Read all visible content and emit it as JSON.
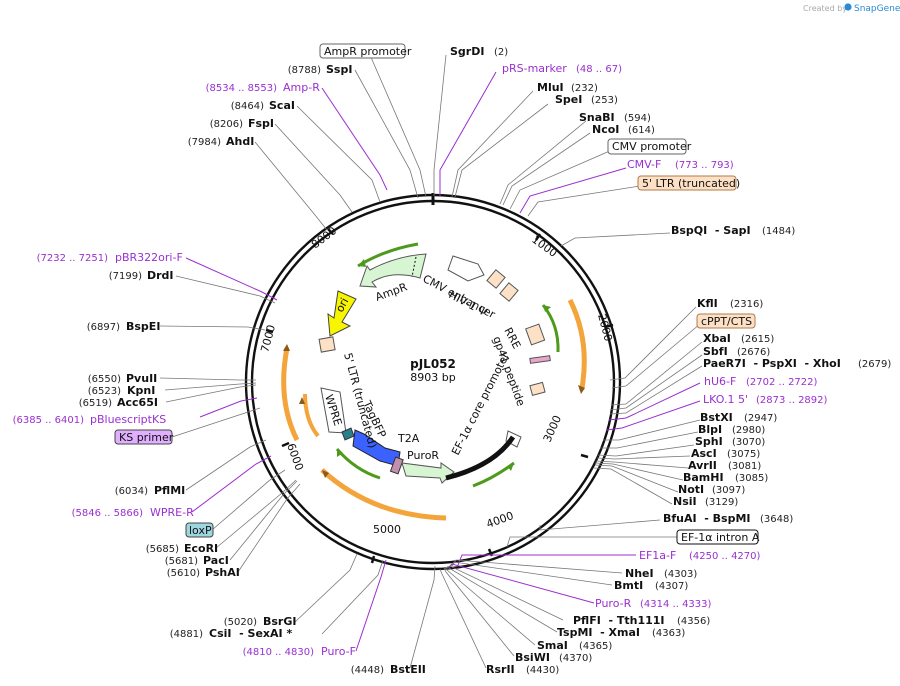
{
  "credit": {
    "created_by": "Created by",
    "brand": "SnapGene"
  },
  "plasmid": {
    "name": "pJL052",
    "size": "8903 bp"
  },
  "ticks": [
    "1000",
    "2000",
    "3000",
    "4000",
    "5000",
    "6000",
    "7000",
    "8000"
  ],
  "features": {
    "cmv_enhancer": "CMV enhancer",
    "hiv_psi": "HIV-1 Ψ",
    "rre": "RRE",
    "gp41": "gp41 peptide",
    "ef1a_core": "EF-1α core promoter",
    "puror": "PuroR",
    "t2a": "T2A",
    "tagbfp": "TagBFP",
    "wpre": "WPRE",
    "ltr5": "5' LTR (truncated)",
    "ori": "ori",
    "ampr": "AmpR"
  },
  "right_labels": [
    {
      "name": "SgrDI",
      "pos": "(2)"
    },
    {
      "name": "pRS-marker",
      "pos": "(48 .. 67)"
    },
    {
      "name": "MluI",
      "pos": "(232)"
    },
    {
      "name": "SpeI",
      "pos": "(253)"
    },
    {
      "name": "SnaBI",
      "pos": "(594)"
    },
    {
      "name": "NcoI",
      "pos": "(614)"
    },
    {
      "name": "CMV promoter",
      "pos": ""
    },
    {
      "name": "CMV-F",
      "pos": "(773 .. 793)"
    },
    {
      "name": "5' LTR (truncated)",
      "pos": ""
    },
    {
      "name": "BspQI  - SapI",
      "pos": "(1484)"
    },
    {
      "name": "KflI",
      "pos": "(2316)"
    },
    {
      "name": "cPPT/CTS",
      "pos": ""
    },
    {
      "name": "XbaI",
      "pos": "(2615)"
    },
    {
      "name": "SbfI",
      "pos": "(2676)"
    },
    {
      "name": "PaeR7I  - PspXI  - XhoI",
      "pos": "(2679)"
    },
    {
      "name": "hU6-F",
      "pos": "(2702 .. 2722)"
    },
    {
      "name": "LKO.1 5'",
      "pos": "(2873 .. 2892)"
    },
    {
      "name": "BstXI",
      "pos": "(2947)"
    },
    {
      "name": "BlpI",
      "pos": "(2980)"
    },
    {
      "name": "SphI",
      "pos": "(3070)"
    },
    {
      "name": "AscI",
      "pos": "(3075)"
    },
    {
      "name": "AvrII",
      "pos": "(3081)"
    },
    {
      "name": "BamHI",
      "pos": "(3085)"
    },
    {
      "name": "NotI",
      "pos": "(3097)"
    },
    {
      "name": "NsiI",
      "pos": "(3129)"
    },
    {
      "name": "BfuAI  - BspMI",
      "pos": "(3648)"
    },
    {
      "name": "EF-1α intron A",
      "pos": ""
    },
    {
      "name": "EF1a-F",
      "pos": "(4250 .. 4270)"
    },
    {
      "name": "NheI",
      "pos": "(4303)"
    },
    {
      "name": "BmtI",
      "pos": "(4307)"
    },
    {
      "name": "Puro-R",
      "pos": "(4314 .. 4333)"
    },
    {
      "name": "PflFI  - Tth111I",
      "pos": "(4356)"
    },
    {
      "name": "TspMI  - XmaI",
      "pos": "(4363)"
    },
    {
      "name": "SmaI",
      "pos": "(4365)"
    },
    {
      "name": "BsiWI",
      "pos": "(4370)"
    },
    {
      "name": "RsrII",
      "pos": "(4430)"
    }
  ],
  "left_labels": [
    {
      "name": "AmpR promoter",
      "pos": ""
    },
    {
      "name": "SspI",
      "pos": "(8788)"
    },
    {
      "name": "Amp-R",
      "pos": "(8534 .. 8553)"
    },
    {
      "name": "ScaI",
      "pos": "(8464)"
    },
    {
      "name": "FspI",
      "pos": "(8206)"
    },
    {
      "name": "AhdI",
      "pos": "(7984)"
    },
    {
      "name": "pBR322ori-F",
      "pos": "(7232 .. 7251)"
    },
    {
      "name": "DrdI",
      "pos": "(7199)"
    },
    {
      "name": "BspEI",
      "pos": "(6897)"
    },
    {
      "name": "PvuII",
      "pos": "(6550)"
    },
    {
      "name": "KpnI",
      "pos": "(6523)"
    },
    {
      "name": "Acc65I",
      "pos": "(6519)"
    },
    {
      "name": "pBluescriptKS",
      "pos": "(6385 .. 6401)"
    },
    {
      "name": "KS primer",
      "pos": ""
    },
    {
      "name": "PflMI",
      "pos": "(6034)"
    },
    {
      "name": "WPRE-R",
      "pos": "(5846 .. 5866)"
    },
    {
      "name": "loxP",
      "pos": ""
    },
    {
      "name": "EcoRI",
      "pos": "(5685)"
    },
    {
      "name": "PacI",
      "pos": "(5681)"
    },
    {
      "name": "PshAI",
      "pos": "(5610)"
    },
    {
      "name": "BsrGI",
      "pos": "(5020)"
    },
    {
      "name": "CsiI  - SexAI *",
      "pos": "(4881)"
    },
    {
      "name": "Puro-F",
      "pos": "(4810 .. 4830)"
    },
    {
      "name": "BstEII",
      "pos": "(4448)"
    }
  ],
  "colors": {
    "backbone": "#111111",
    "primer": "#9a2fd0",
    "feature_fill": "#fde1c6",
    "orange_arc": "#f3a43a",
    "green_arc": "#4e9a1d",
    "ampr_fill": "#d7f5d2",
    "ori_fill": "#f7f500",
    "tagbfp_fill": "#3b62ff",
    "loxp_fill": "#9ed6e0",
    "ks_fill": "#e0b0ff",
    "snapgene_blue": "#2a8ad6"
  }
}
